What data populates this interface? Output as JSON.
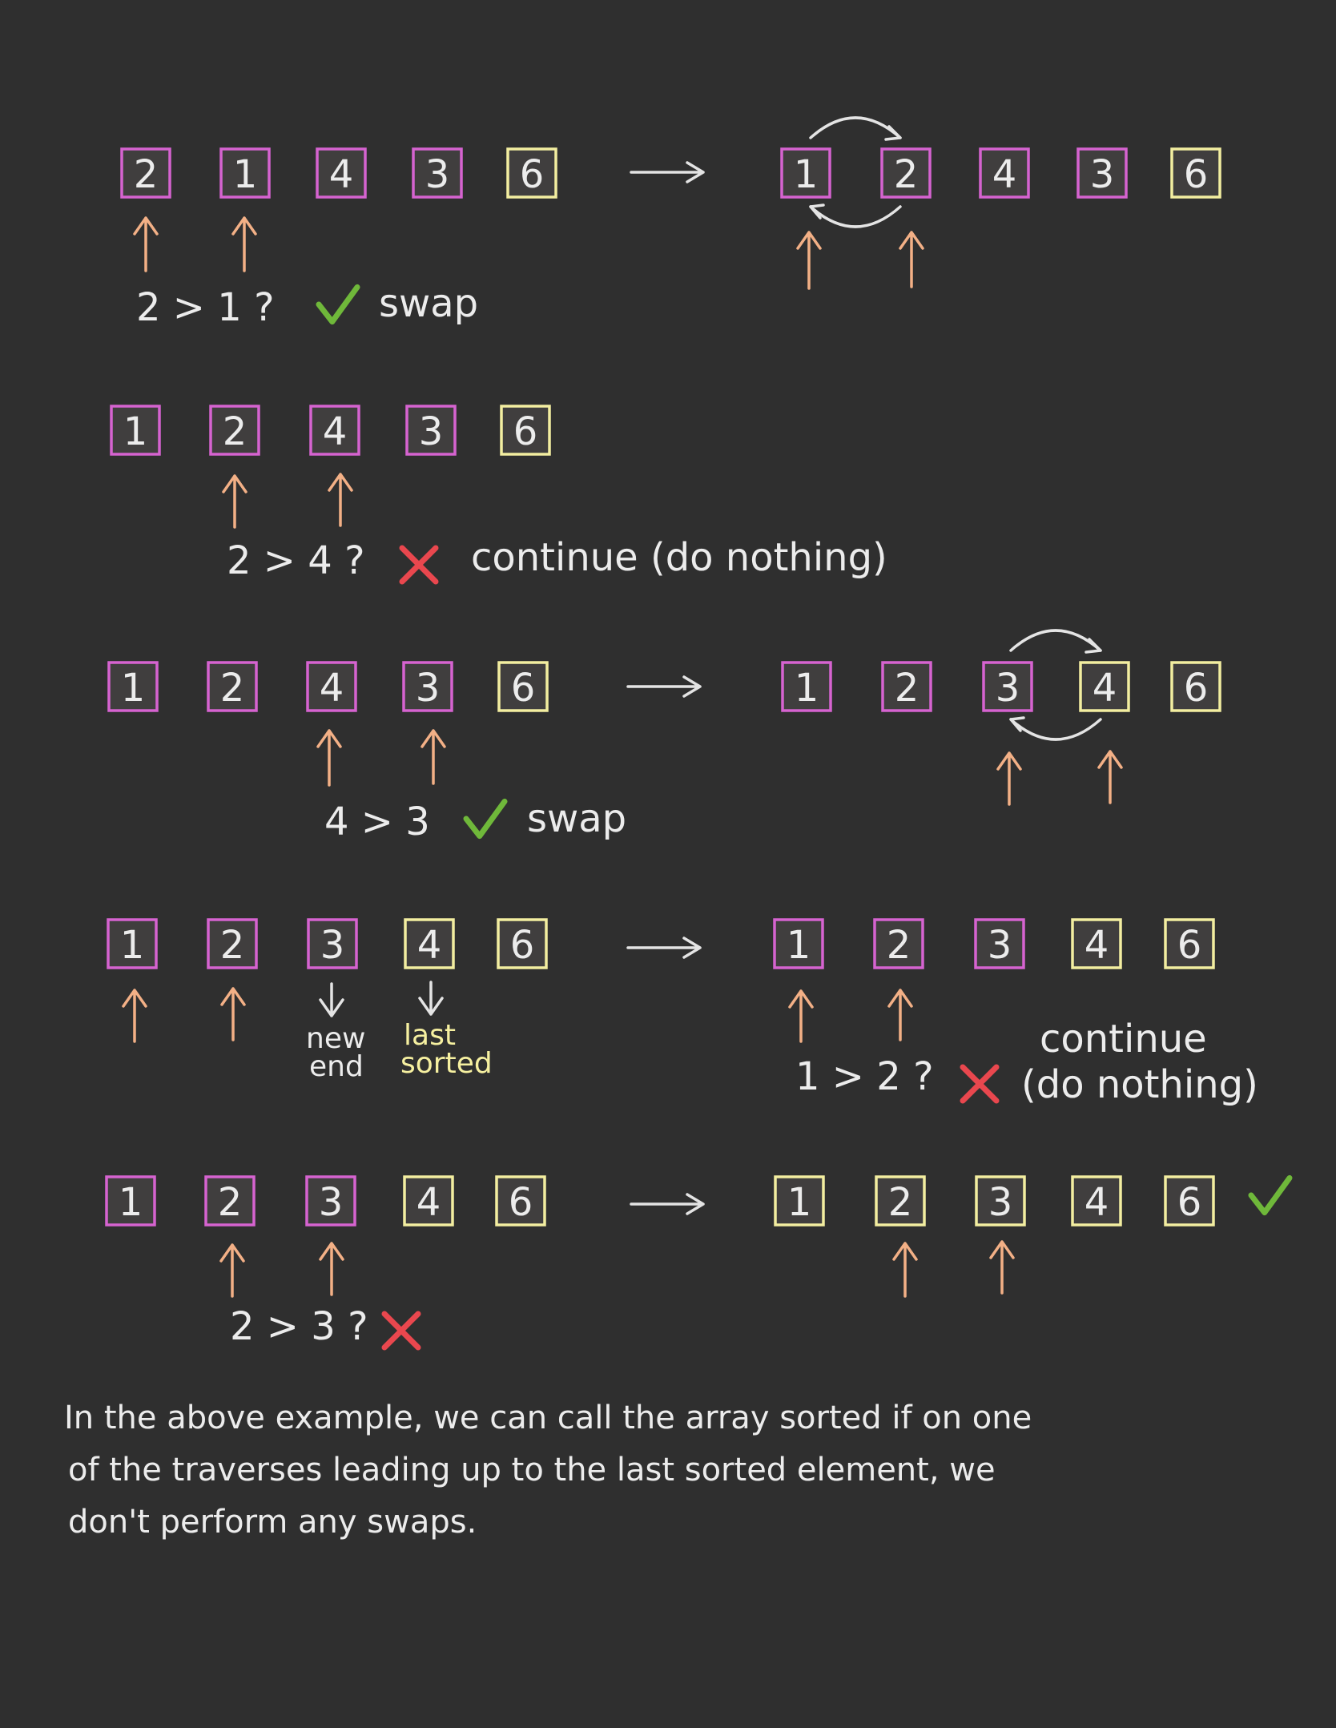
{
  "colors": {
    "background": "#2f2f2f",
    "unsorted_border": "#d663d0",
    "sorted_border": "#f3eea0",
    "pointer_arrow": "#f3b086",
    "check": "#6fb83a",
    "cross": "#e9474e",
    "text": "#ececec",
    "highlight_text": "#f6f0a0"
  },
  "steps": [
    {
      "before": [
        {
          "value": "2",
          "sorted": false
        },
        {
          "value": "1",
          "sorted": false
        },
        {
          "value": "4",
          "sorted": false
        },
        {
          "value": "3",
          "sorted": false
        },
        {
          "value": "6",
          "sorted": true
        }
      ],
      "comparison": "2 > 1 ?",
      "result": "check",
      "action": "swap",
      "after": [
        {
          "value": "1",
          "sorted": false
        },
        {
          "value": "2",
          "sorted": false
        },
        {
          "value": "4",
          "sorted": false
        },
        {
          "value": "3",
          "sorted": false
        },
        {
          "value": "6",
          "sorted": true
        }
      ]
    },
    {
      "before": [
        {
          "value": "1",
          "sorted": false
        },
        {
          "value": "2",
          "sorted": false
        },
        {
          "value": "4",
          "sorted": false
        },
        {
          "value": "3",
          "sorted": false
        },
        {
          "value": "6",
          "sorted": true
        }
      ],
      "comparison": "2 > 4 ?",
      "result": "cross",
      "action": "continue (do nothing)"
    },
    {
      "before": [
        {
          "value": "1",
          "sorted": false
        },
        {
          "value": "2",
          "sorted": false
        },
        {
          "value": "4",
          "sorted": false
        },
        {
          "value": "3",
          "sorted": false
        },
        {
          "value": "6",
          "sorted": true
        }
      ],
      "comparison": "4 > 3",
      "result": "check",
      "action": "swap",
      "after": [
        {
          "value": "1",
          "sorted": false
        },
        {
          "value": "2",
          "sorted": false
        },
        {
          "value": "3",
          "sorted": false
        },
        {
          "value": "4",
          "sorted": true
        },
        {
          "value": "6",
          "sorted": true
        }
      ]
    },
    {
      "before": [
        {
          "value": "1",
          "sorted": false
        },
        {
          "value": "2",
          "sorted": false
        },
        {
          "value": "3",
          "sorted": false
        },
        {
          "value": "4",
          "sorted": true
        },
        {
          "value": "6",
          "sorted": true
        }
      ],
      "labels": {
        "new_end": [
          "new",
          "end"
        ],
        "last_sorted": [
          "last",
          "sorted"
        ]
      },
      "after": [
        {
          "value": "1",
          "sorted": false
        },
        {
          "value": "2",
          "sorted": false
        },
        {
          "value": "3",
          "sorted": false
        },
        {
          "value": "4",
          "sorted": true
        },
        {
          "value": "6",
          "sorted": true
        }
      ],
      "comparison": "1 > 2 ?",
      "result": "cross",
      "action_lines": [
        "continue",
        "(do nothing)"
      ]
    },
    {
      "before": [
        {
          "value": "1",
          "sorted": false
        },
        {
          "value": "2",
          "sorted": false
        },
        {
          "value": "3",
          "sorted": false
        },
        {
          "value": "4",
          "sorted": true
        },
        {
          "value": "6",
          "sorted": true
        }
      ],
      "comparison": "2 > 3 ?",
      "result": "cross",
      "after": [
        {
          "value": "1",
          "sorted": true
        },
        {
          "value": "2",
          "sorted": true
        },
        {
          "value": "3",
          "sorted": true
        },
        {
          "value": "4",
          "sorted": true
        },
        {
          "value": "6",
          "sorted": true
        }
      ],
      "final_result": "check"
    }
  ],
  "caption": [
    "In the above example, we can call the array sorted if on one",
    "of the traverses leading up to the last sorted element, we",
    "don't perform any swaps."
  ]
}
